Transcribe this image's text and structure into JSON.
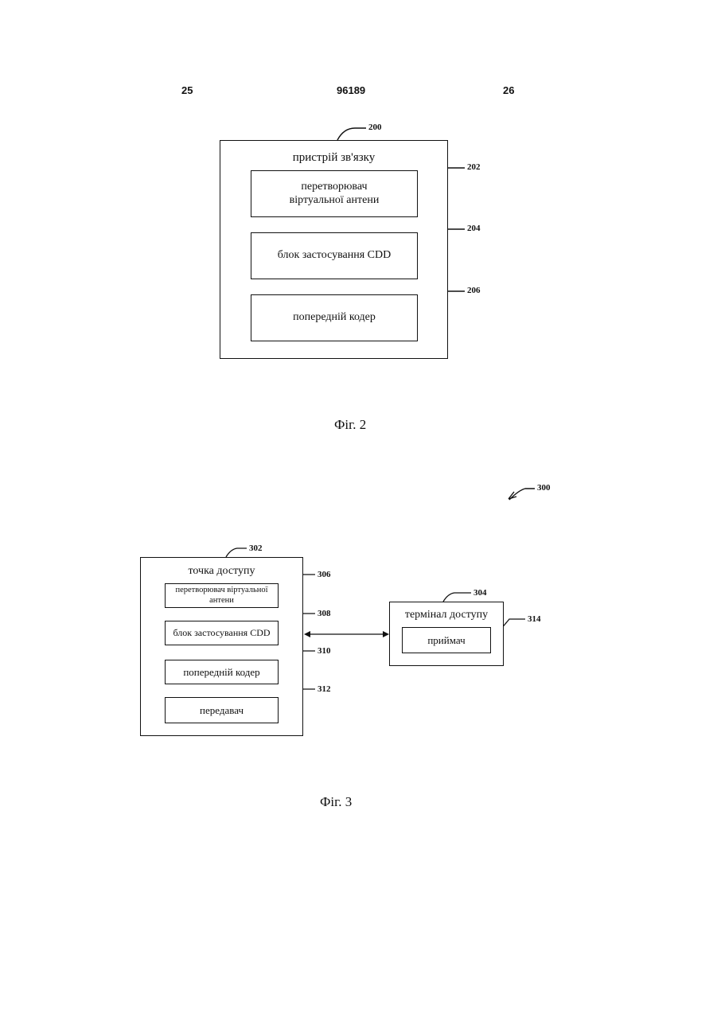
{
  "header": {
    "page_left": "25",
    "doc_number": "96189",
    "page_right": "26"
  },
  "fig2": {
    "ref_outer": "200",
    "title": "пристрій зв'язку",
    "blocks": [
      {
        "label": "перетворювач віртуальної антени",
        "ref": "202"
      },
      {
        "label": "блок застосування CDD",
        "ref": "204"
      },
      {
        "label": "попередній кодер",
        "ref": "206"
      }
    ],
    "caption": "Фіг. 2"
  },
  "fig3": {
    "ref_system": "300",
    "access_point": {
      "ref": "302",
      "title": "точка доступу",
      "blocks": [
        {
          "label": "перетворювач віртуальної антени",
          "ref": "306"
        },
        {
          "label": "блок застосування CDD",
          "ref": "308"
        },
        {
          "label": "попередній кодер",
          "ref": "310"
        },
        {
          "label": "передавач",
          "ref": "312"
        }
      ]
    },
    "access_terminal": {
      "ref": "304",
      "title": "термінал доступу",
      "receiver": {
        "label": "приймач",
        "ref": "314"
      }
    },
    "caption": "Фіг. 3"
  }
}
